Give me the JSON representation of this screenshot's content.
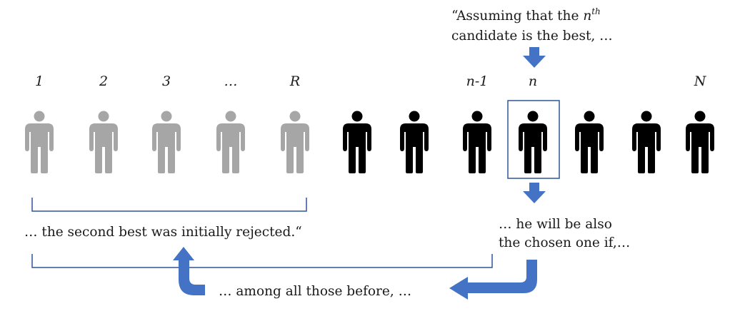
{
  "colors": {
    "rejected": "#a6a6a6",
    "candidate": "#000000",
    "accent": "#4472c4",
    "bracket": "#2f5597"
  },
  "icon": "person-icon",
  "labels": {
    "p1": "1",
    "p2": "2",
    "p3": "3",
    "p4": "…",
    "p5": "R",
    "p8": "n-1",
    "p9": "n",
    "p12": "N"
  },
  "people": [
    {
      "state": "rejected"
    },
    {
      "state": "rejected"
    },
    {
      "state": "rejected"
    },
    {
      "state": "rejected"
    },
    {
      "state": "rejected"
    },
    {
      "state": "candidate"
    },
    {
      "state": "candidate"
    },
    {
      "state": "candidate"
    },
    {
      "state": "highlighted"
    },
    {
      "state": "candidate"
    },
    {
      "state": "candidate"
    },
    {
      "state": "candidate"
    }
  ],
  "text": {
    "assumption_line1_prefix": "“Assuming that the ",
    "assumption_line1_var": "n",
    "assumption_line1_sup": "th",
    "assumption_line2": "candidate is the best, …",
    "conclusion_line1": "… he will be also",
    "conclusion_line2": "the chosen one if,…",
    "rejected_text": "… the second best was initially rejected.“",
    "among_text": "… among all those before, …"
  }
}
